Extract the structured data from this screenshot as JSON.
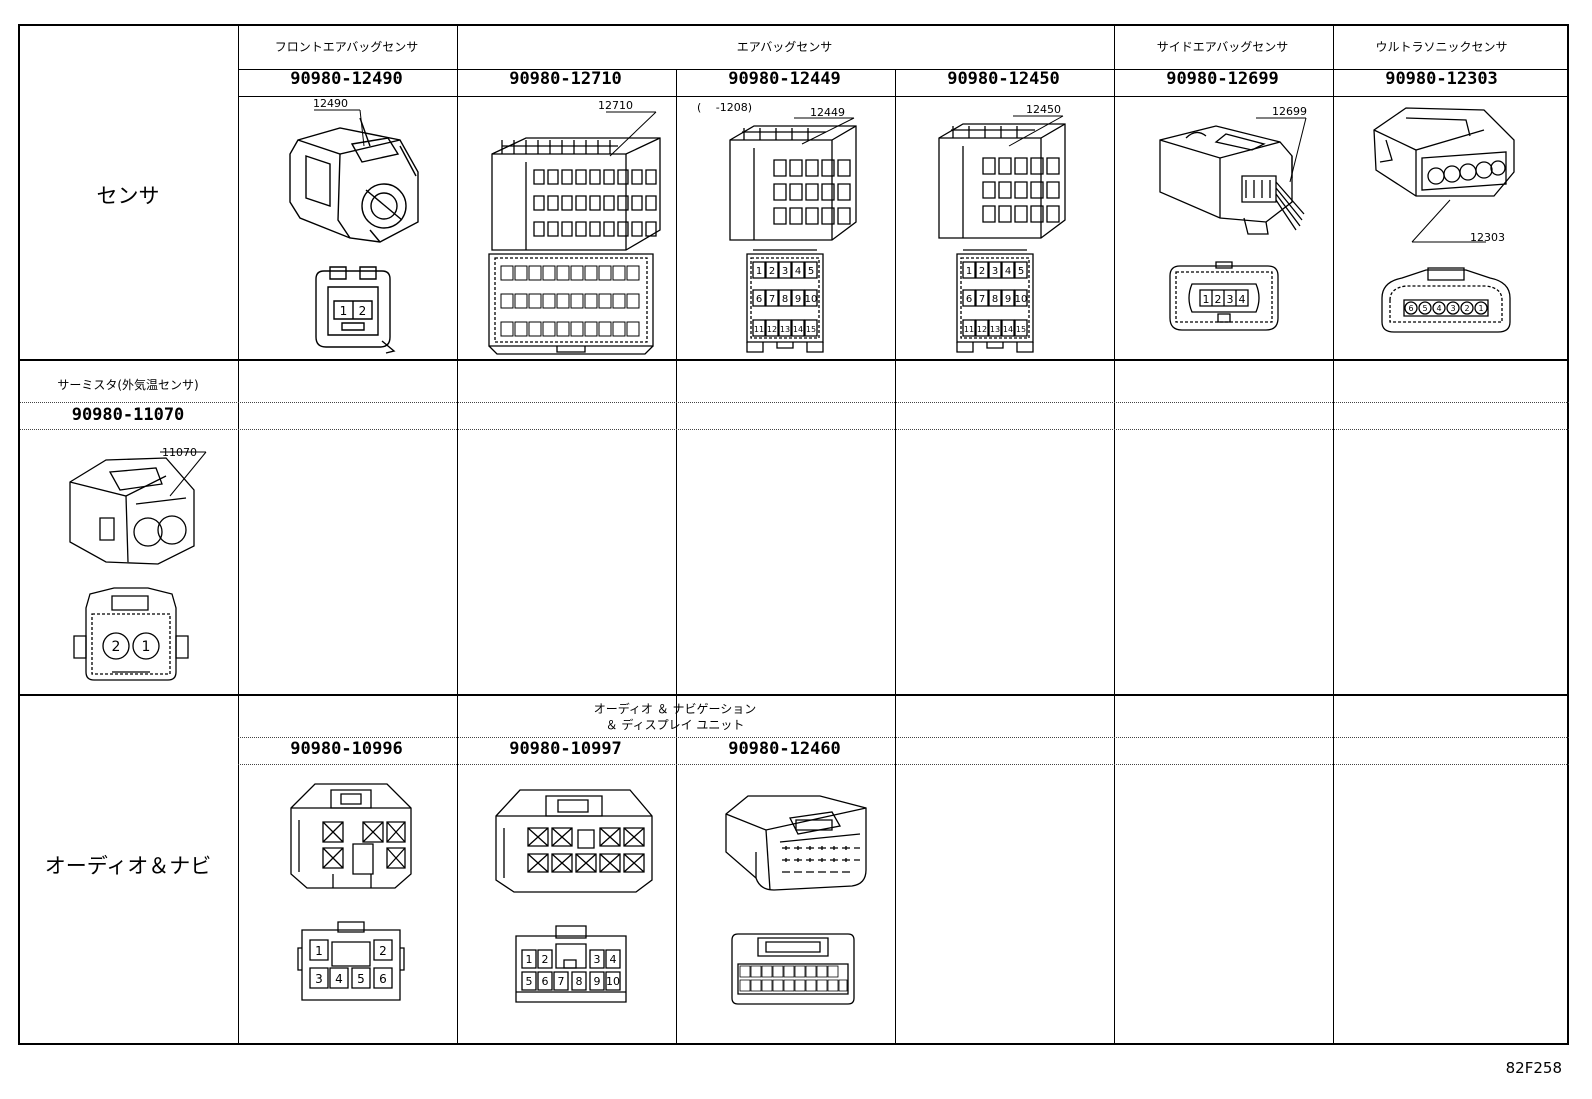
{
  "groups": {
    "sensor": "センサ",
    "thermistor": "サーミスタ(外気温センサ)",
    "audio": "オーディオ＆ナビ"
  },
  "headers": {
    "front_airbag": "フロントエアバッグセンサ",
    "airbag": "エアバッグセンサ",
    "side_airbag": "サイドエアバッグセンサ",
    "ultrasonic": "ウルトラソニックセンサ",
    "audio_nav_line1": "オーディオ ＆ ナビゲーション",
    "audio_nav_line2": "＆ ディスプレイ ユニット"
  },
  "parts": {
    "p12490": "90980-12490",
    "p12710": "90980-12710",
    "p12449": "90980-12449",
    "p12450": "90980-12450",
    "p12699": "90980-12699",
    "p12303": "90980-12303",
    "p11070": "90980-11070",
    "p10996": "90980-10996",
    "p10997": "90980-10997",
    "p12460": "90980-12460"
  },
  "callouts": {
    "c12490": "12490",
    "c12710": "12710",
    "c1208": "(　 -1208)",
    "c12449": "12449",
    "c12450": "12450",
    "c12699": "12699",
    "c12303": "12303",
    "c11070": "11070"
  },
  "pins": {
    "p12490": [
      "1",
      "2"
    ],
    "p12449_row1": [
      "1",
      "2",
      "3",
      "4",
      "5"
    ],
    "p12449_row2": [
      "6",
      "7",
      "8",
      "9",
      "10"
    ],
    "p12449_row3": [
      "11",
      "12",
      "13",
      "14",
      "15"
    ],
    "p12699": [
      "1",
      "2",
      "3",
      "4"
    ],
    "p12303": [
      "6",
      "5",
      "4",
      "3",
      "2",
      "1"
    ],
    "p11070": [
      "2",
      "1"
    ],
    "p10996_top": [
      "1",
      "2"
    ],
    "p10996_bottom": [
      "3",
      "4",
      "5",
      "6"
    ],
    "p10997_top": [
      "1",
      "2",
      "3",
      "4"
    ],
    "p10997_bottom": [
      "5",
      "6",
      "7",
      "8",
      "9",
      "10"
    ]
  },
  "footer_code": "82F258"
}
